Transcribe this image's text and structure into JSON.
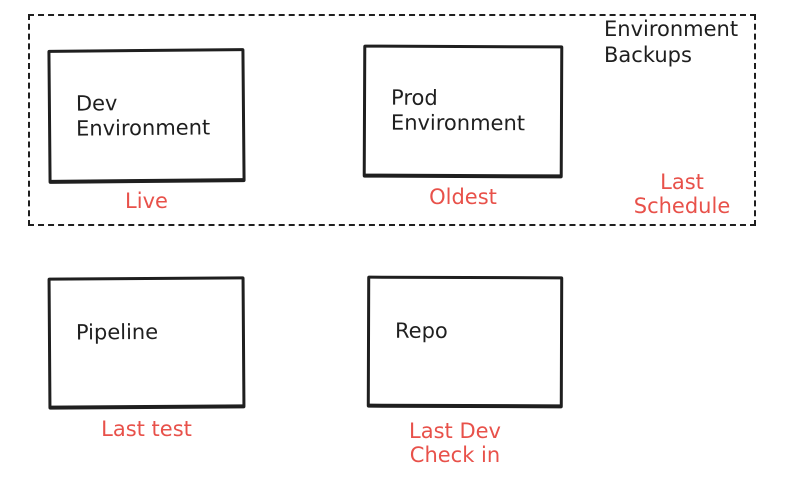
{
  "colors": {
    "ink": "#1f1f1f",
    "annotation_red": "#e8514a",
    "background": "#ffffff"
  },
  "backup_zone": {
    "label": "Environment\nBackups",
    "annotation": "Last\nSchedule"
  },
  "boxes": [
    {
      "name": "dev-environment",
      "label": "Dev\nEnvironment",
      "annotation": "Live"
    },
    {
      "name": "prod-environment",
      "label": "Prod\nEnvironment",
      "annotation": "Oldest"
    },
    {
      "name": "pipeline",
      "label": "Pipeline",
      "annotation": "Last test"
    },
    {
      "name": "repo",
      "label": "Repo",
      "annotation": "Last Dev\nCheck in"
    }
  ]
}
